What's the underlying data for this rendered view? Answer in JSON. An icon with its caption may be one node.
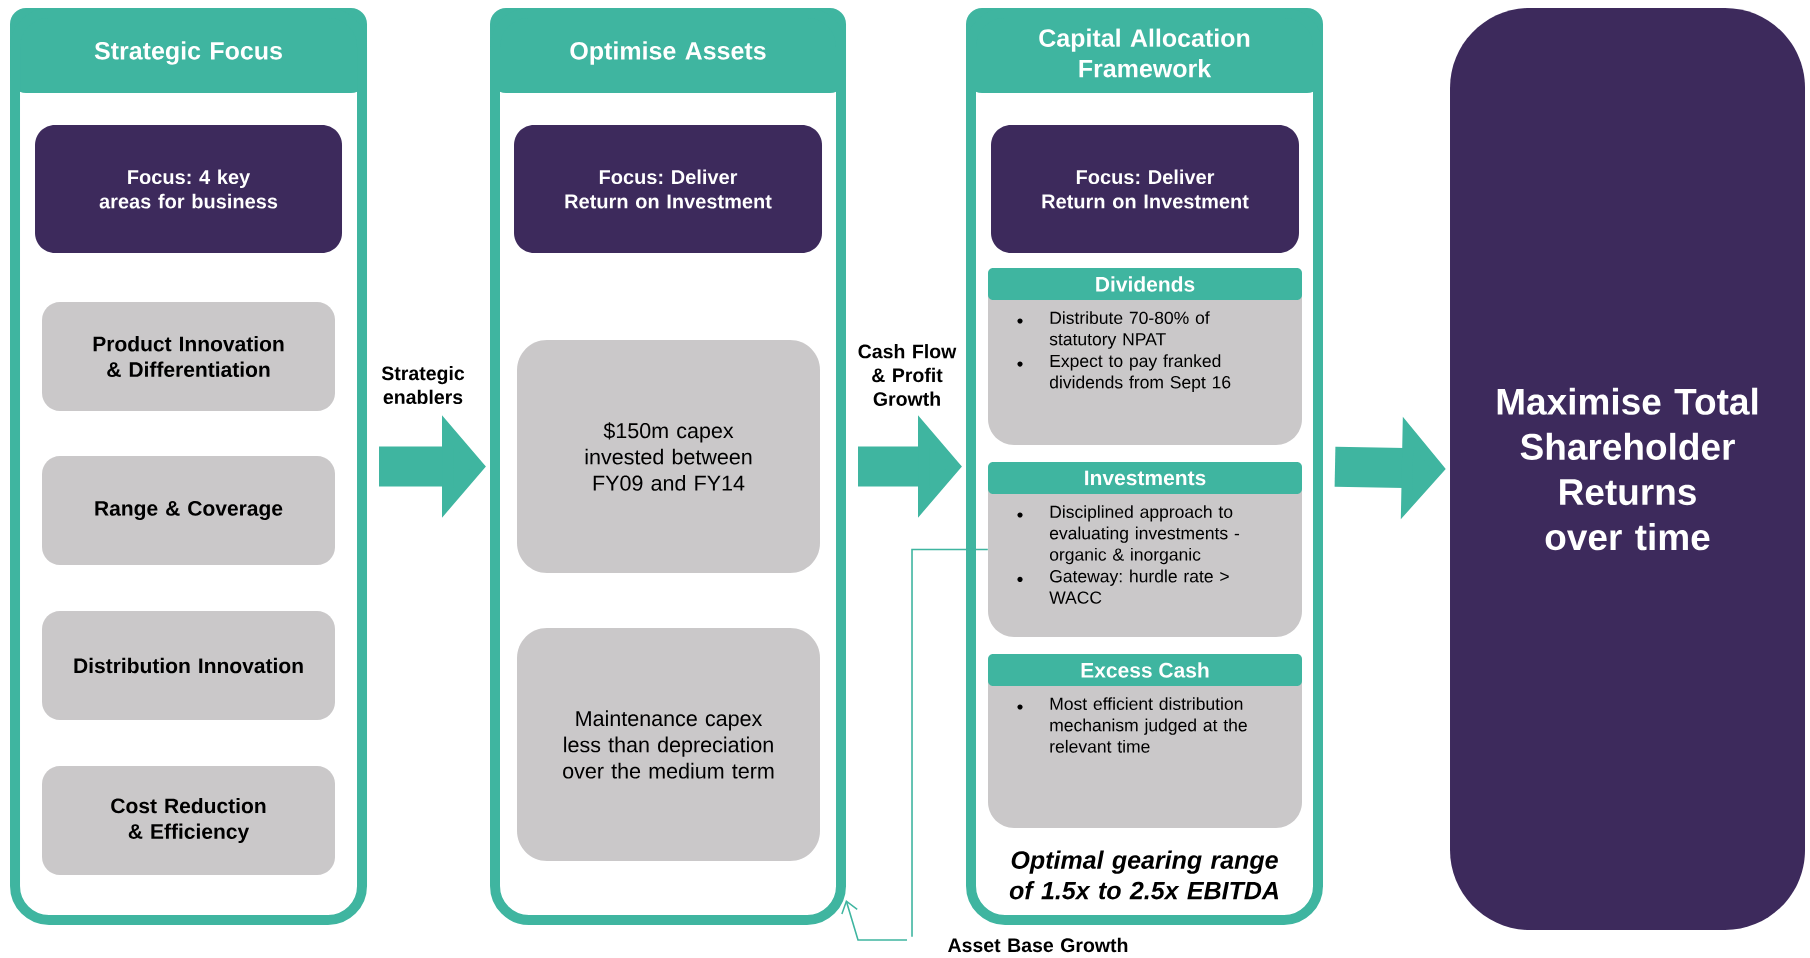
{
  "diagram": {
    "nodes": [
      {
        "text": [
          "Strategic Focus"
        ]
      },
      {
        "text": [
          "Focus: 4 key areas for business"
        ],
        "in": 0
      },
      {
        "text": [
          "Product Innovation & Differentiation"
        ],
        "in": 0
      },
      {
        "text": [
          "Range & Coverage"
        ],
        "in": 0
      },
      {
        "text": [
          "Distribution Innovation"
        ],
        "in": 0
      },
      {
        "text": [
          "Cost Reduction & Efficiency"
        ],
        "in": 0
      },
      {
        "text": [
          "Optimise Assets"
        ]
      },
      {
        "text": [
          "Focus: Deliver Return on Investment"
        ],
        "in": 6
      },
      {
        "text": [
          "$150m capex invested between FY09 and FY14"
        ],
        "in": 6
      },
      {
        "text": [
          "Maintenance capex less than depreciation over the medium term"
        ],
        "in": 6
      },
      {
        "text": [
          "Capital Allocation Framework",
          "Optimal gearing range of 1.5x to 2.5x EBITDA"
        ]
      },
      {
        "text": [
          "Focus: Deliver Return on Investment"
        ],
        "in": 10
      },
      {
        "text": [
          "Dividends",
          "Distribute 70-80% of statutory NPAT",
          "Expect to pay franked dividends from Sept 16"
        ],
        "in": 10
      },
      {
        "text": [
          "Investments",
          "Disciplined approach to evaluating investments - organic & inorganic",
          "Gateway: hurdle rate > WACC"
        ],
        "in": 10
      },
      {
        "text": [
          "Excess Cash",
          "Most efficient distribution mechanism judged at the relevant time"
        ],
        "in": 10
      },
      {
        "text": [
          "Maximise Total Shareholder Returns over time"
        ]
      }
    ],
    "edges": [
      {
        "from": 0,
        "to": 6,
        "arrow": "to",
        "label": "Strategic enablers"
      },
      {
        "from": 6,
        "to": 10,
        "arrow": "to",
        "label": "Cash Flow & Profit Growth"
      },
      {
        "from": 10,
        "to": 15,
        "arrow": "to"
      },
      {
        "from": 13,
        "to": 6,
        "arrow": "to",
        "label": "Asset Base Growth"
      }
    ]
  }
}
